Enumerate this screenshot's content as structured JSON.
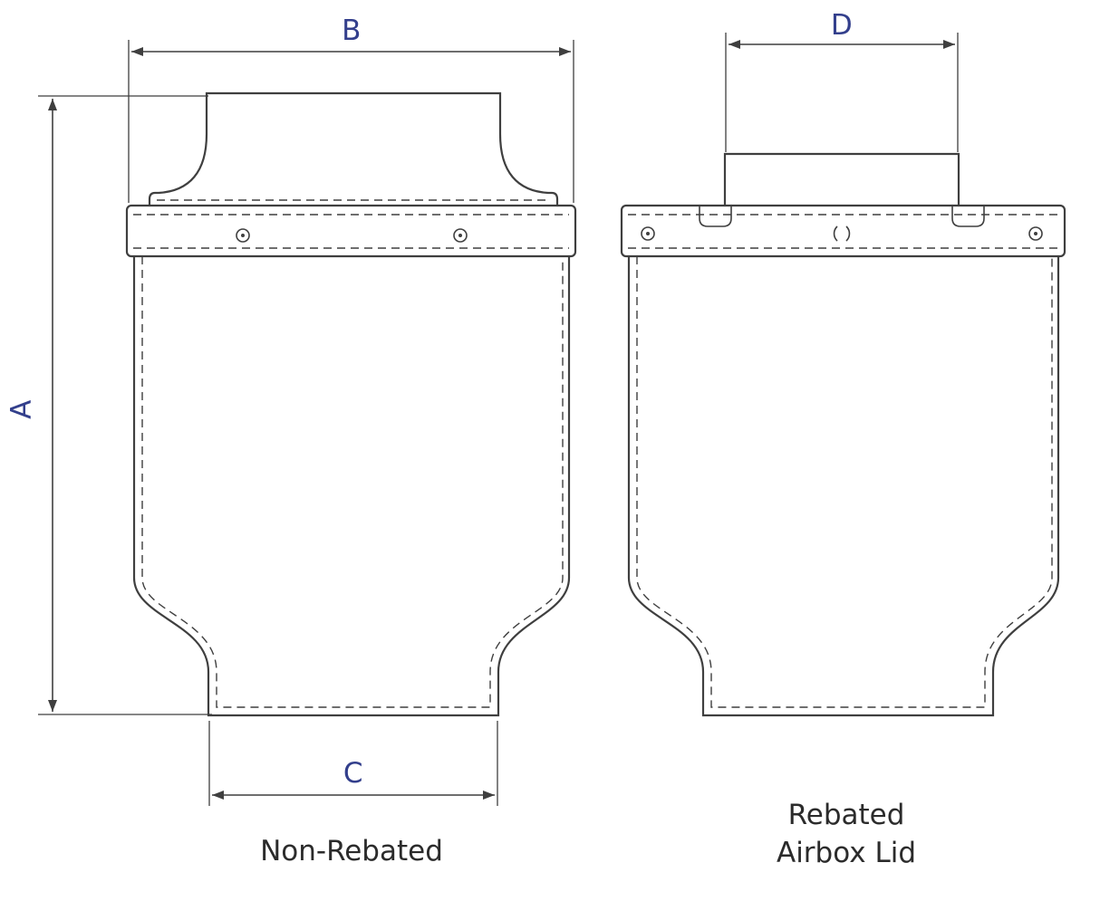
{
  "colors": {
    "line": "#3f3f3f",
    "dimension_label": "#333f8c",
    "caption": "#2b2b2b",
    "background": "#ffffff"
  },
  "dimensions": {
    "a": "A",
    "b": "B",
    "c": "C",
    "d": "D"
  },
  "figures": {
    "non_rebated": {
      "caption": "Non-Rebated"
    },
    "rebated": {
      "caption_line1": "Rebated",
      "caption_line2": "Airbox Lid"
    }
  }
}
